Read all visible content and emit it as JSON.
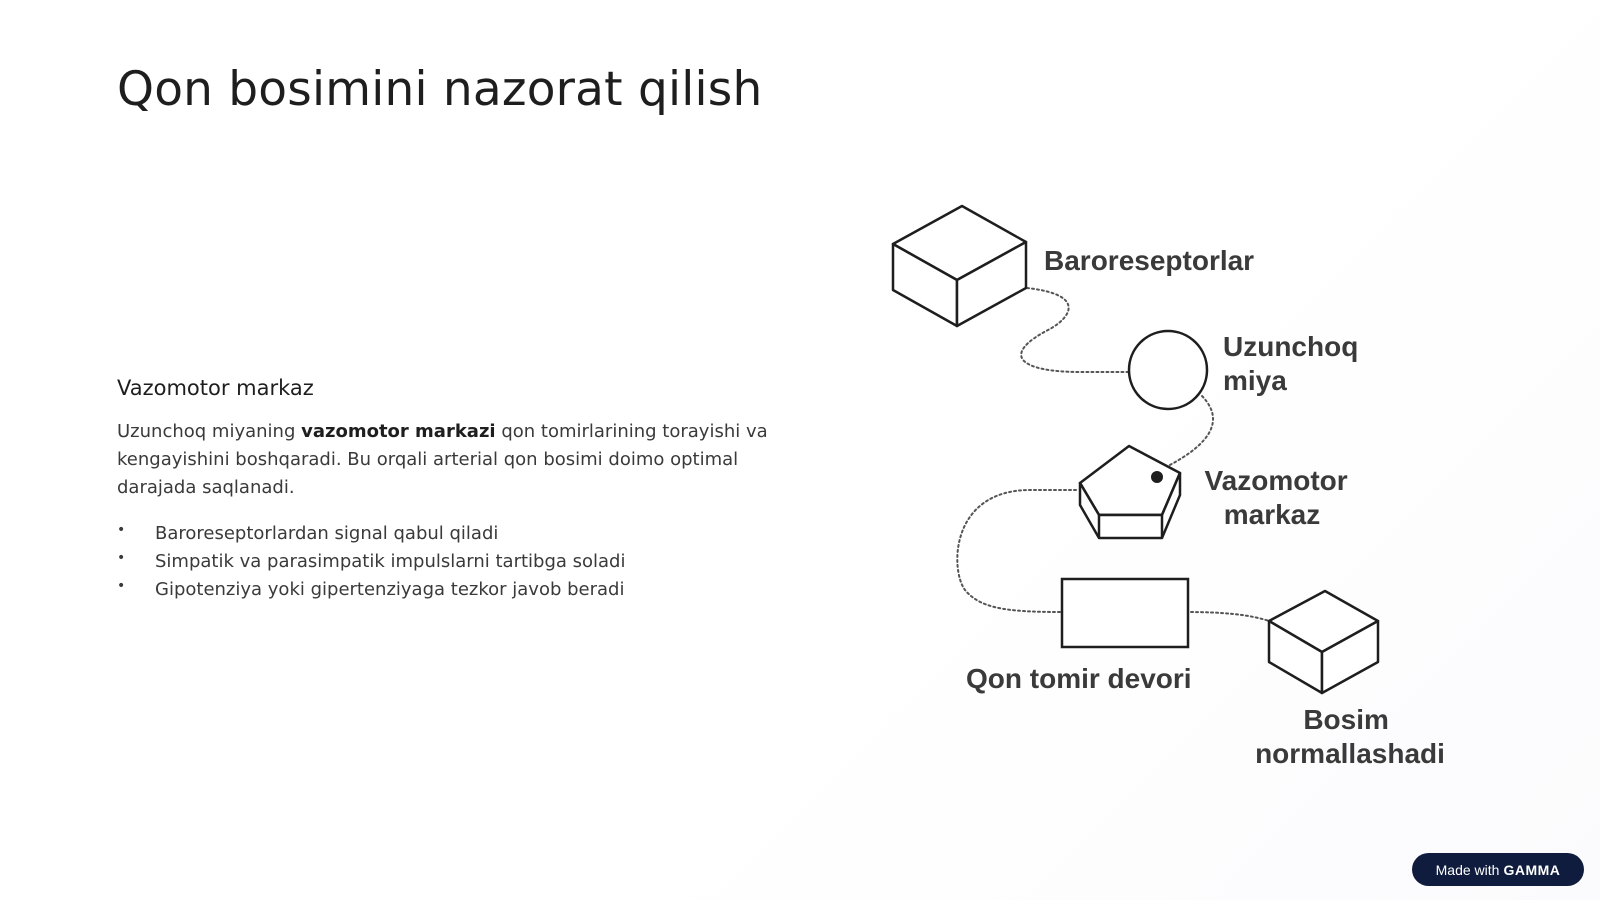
{
  "slide": {
    "title": "Qon bosimini nazorat qilish",
    "subheading": "Vazomotor markaz",
    "paragraph": {
      "before": "Uzunchoq miyaning ",
      "bold": "vazomotor markazi",
      "after": " qon tomirlarining torayishi va kengayishini boshqaradi. Bu orqali arterial qon bosimi doimo optimal darajada saqlanadi."
    },
    "bullets": [
      "Baroreseptorlardan signal qabul qiladi",
      "Simpatik va parasimpatik impulslarni tartibga soladi",
      "Gipotenziya yoki gipertenziyaga tezkor javob beradi"
    ]
  },
  "diagram": {
    "nodes": [
      {
        "id": "baroreceptors",
        "shape": "cube-icon",
        "label_lines": [
          "Baroreseptorlar"
        ]
      },
      {
        "id": "medulla",
        "shape": "circle-icon",
        "label_lines": [
          "Uzunchoq",
          "miya"
        ]
      },
      {
        "id": "vasomotor",
        "shape": "pentagon-prism-icon",
        "label_lines": [
          "Vazomotor",
          "markaz"
        ]
      },
      {
        "id": "vessel-wall",
        "shape": "rectangle-icon",
        "label_lines": [
          "Qon tomir devori"
        ]
      },
      {
        "id": "pressure-normal",
        "shape": "cube-icon",
        "label_lines": [
          "Bosim",
          "normallashadi"
        ]
      }
    ],
    "line_color": "#555555",
    "stroke_color": "#1e1e1e"
  },
  "badge": {
    "prefix": "Made with",
    "brand": "GAMMA",
    "background": "#0f1c3d"
  }
}
